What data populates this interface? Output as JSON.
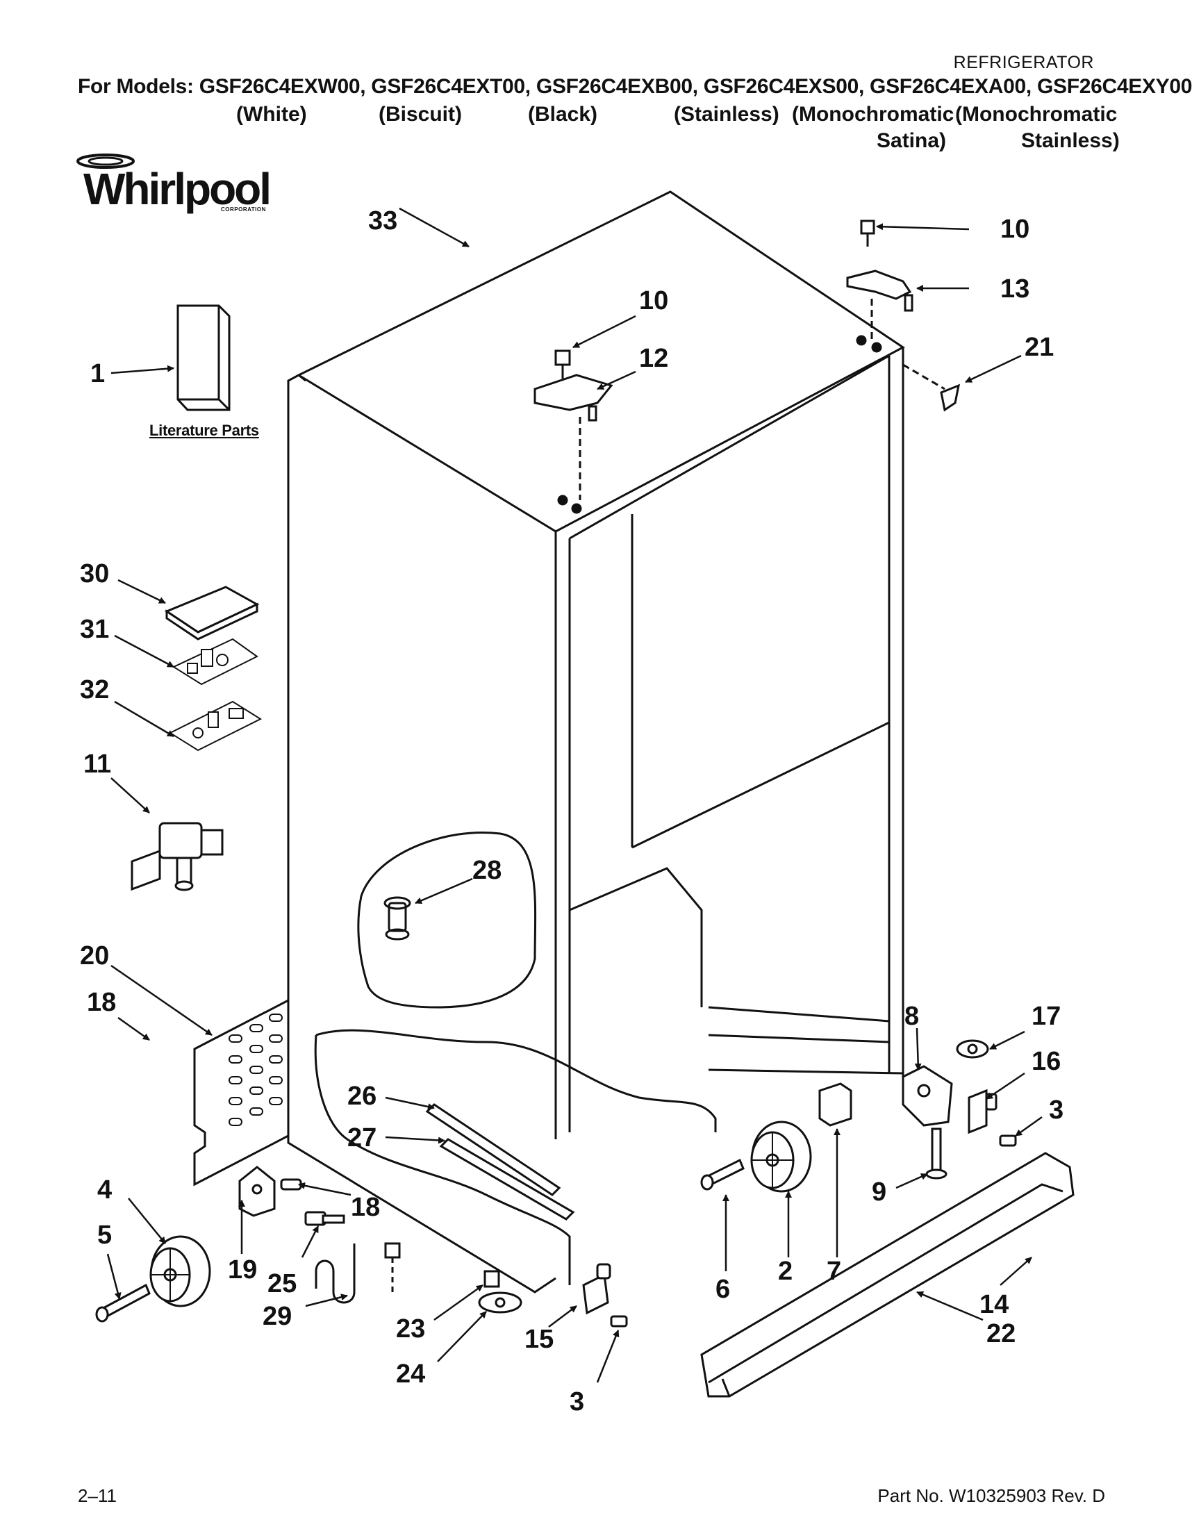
{
  "header": {
    "category": "REFRIGERATOR",
    "models_line": "For Models: GSF26C4EXW00, GSF26C4EXT00, GSF26C4EXB00, GSF26C4EXS00, GSF26C4EXA00, GSF26C4EXY00",
    "finishes": [
      "(White)",
      "(Biscuit)",
      "(Black)",
      "(Stainless)",
      "(Monochromatic",
      "(Monochromatic"
    ],
    "finishes_line2": [
      "Satina)",
      "Stainless)"
    ]
  },
  "logo": {
    "brand": "Whirlpool",
    "sub": "CORPORATION"
  },
  "literature_label": "Literature Parts",
  "callouts": [
    "1",
    "2",
    "3",
    "3",
    "4",
    "5",
    "6",
    "7",
    "8",
    "9",
    "10",
    "10",
    "11",
    "12",
    "13",
    "14",
    "15",
    "16",
    "17",
    "18",
    "18",
    "19",
    "20",
    "21",
    "22",
    "23",
    "24",
    "25",
    "26",
    "27",
    "28",
    "29",
    "30",
    "31",
    "32",
    "33"
  ],
  "footer": {
    "page": "2–11",
    "part_no": "Part No. W10325903 Rev. D"
  }
}
